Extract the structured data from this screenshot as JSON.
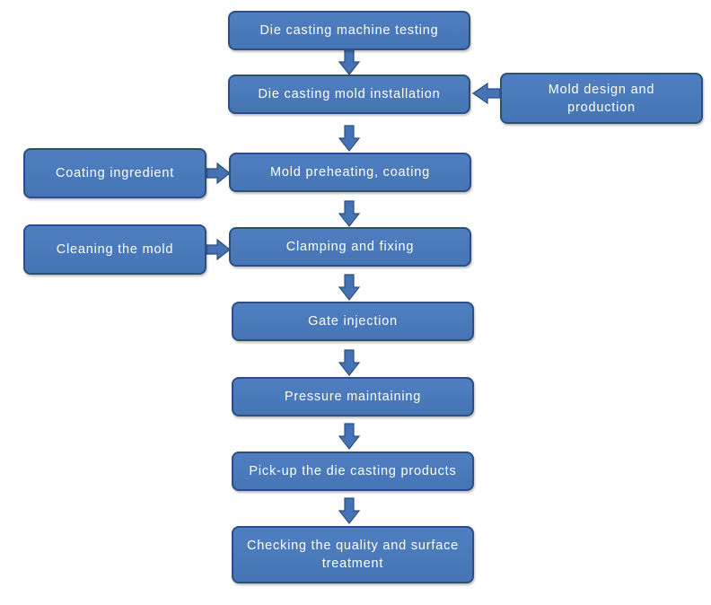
{
  "steps": [
    "Die casting machine testing",
    "Die casting mold installation",
    "Mold preheating, coating",
    "Clamping and fixing",
    "Gate injection",
    "Pressure maintaining",
    "Pick-up the die casting products",
    "Checking the quality and surface treatment"
  ],
  "side_inputs": {
    "mold_design": "Mold design and production",
    "coating_ingredient": "Coating ingredient",
    "cleaning_mold": "Cleaning the mold"
  },
  "colors": {
    "box_fill": "#4a78b8",
    "box_border": "#2c4f80",
    "arrow_fill": "#4472b4"
  }
}
